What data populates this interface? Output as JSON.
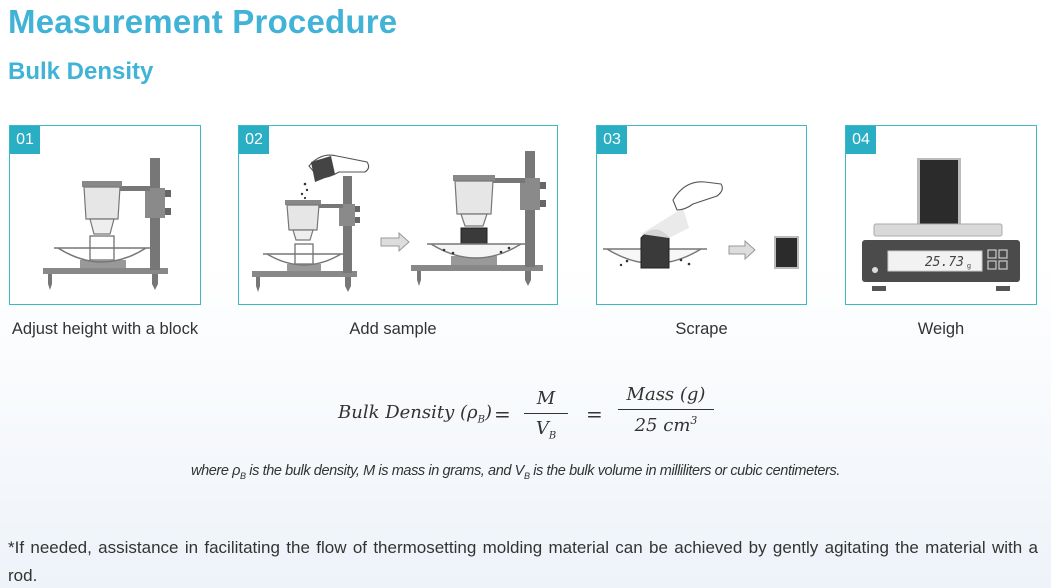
{
  "title": "Measurement Procedure",
  "subtitle": "Bulk Density",
  "steps": [
    {
      "num": "01",
      "caption": "Adjust height with a block"
    },
    {
      "num": "02",
      "caption": "Add sample"
    },
    {
      "num": "03",
      "caption": "Scrape"
    },
    {
      "num": "04",
      "caption": "Weigh"
    }
  ],
  "scale_display": "25.73",
  "scale_unit": "g",
  "formula": {
    "lhs_text": "Bulk Density (",
    "lhs_symbol": "ρ",
    "lhs_sub": "B",
    "lhs_close": ")",
    "eq": "=",
    "frac1_num": "M",
    "frac1_den_v": "V",
    "frac1_den_sub": "B",
    "frac2_num": "Mass (g)",
    "frac2_den": "25 cm",
    "frac2_den_sup": "3"
  },
  "note": {
    "part1": "where ρ",
    "sub1": "B",
    "part2": " is the bulk density, M is mass in grams, and V",
    "sub2": "B",
    "part3": " is the bulk volume in milliliters or cubic centimeters."
  },
  "footnote": "*If needed, assistance in facilitating the flow of thermosetting molding material can be achieved by gently agitating the material with a rod.",
  "colors": {
    "accent": "#40b3d6",
    "border": "#3cb9c9",
    "badge": "#29aec4"
  }
}
